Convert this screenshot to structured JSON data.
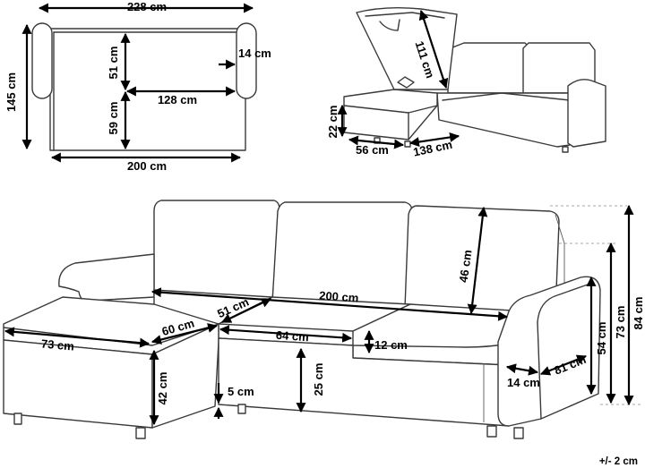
{
  "labels": {
    "top_width": "228 cm",
    "top_depth": "145 cm",
    "top_back": "51 cm",
    "top_arm": "14 cm",
    "top_seat_len": "128 cm",
    "top_seat_depth": "59 cm",
    "top_bottom_width": "200 cm",
    "lid_height": "111 cm",
    "chaise_h": "22 cm",
    "chaise_w": "56 cm",
    "chaise_len": "138 cm",
    "back_h": "46 cm",
    "width_200": "200 cm",
    "seat_51": "51 cm",
    "chaise_60": "60 cm",
    "seat_64": "64 cm",
    "chaise_73": "73 cm",
    "cushion_12": "12 cm",
    "leg_42": "42 cm",
    "leg_5": "5 cm",
    "seat_25": "25 cm",
    "arm_14": "14 cm",
    "arm_81": "81 cm",
    "arm_54": "54 cm",
    "side_73": "73 cm",
    "total_84": "84 cm",
    "tolerance": "+/- 2 cm"
  }
}
